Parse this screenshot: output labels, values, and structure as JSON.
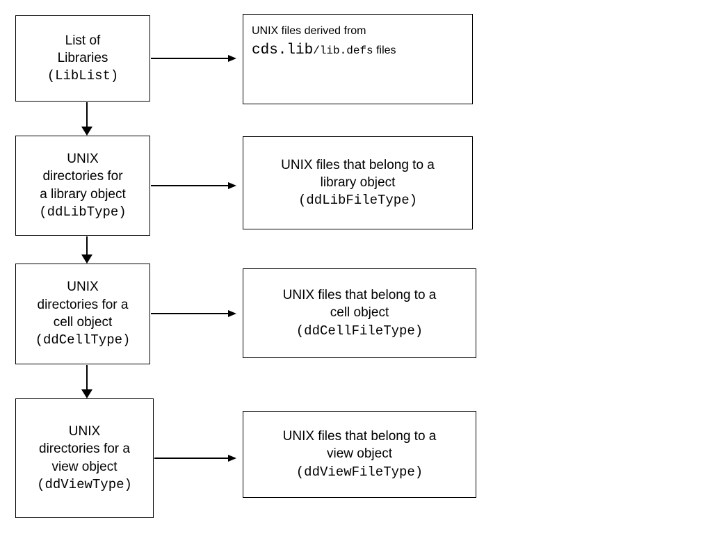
{
  "diagram": {
    "type": "flowchart",
    "title": "",
    "nodes": [
      {
        "id": "liblist",
        "line1": "List of",
        "line2": "Libraries",
        "line3_mono": "(LibList)"
      },
      {
        "id": "ddlibtype",
        "line1": "UNIX",
        "line2": "directories for",
        "line3": "a library object",
        "line4_mono": "(ddLibType)"
      },
      {
        "id": "ddcelltype",
        "line1": "UNIX",
        "line2": "directories for a",
        "line3": "cell object",
        "line4_mono": "(ddCellType)"
      },
      {
        "id": "ddviewtype",
        "line1": "UNIX",
        "line2": "directories for a",
        "line3": "view object",
        "line4_mono": "(ddViewType)"
      },
      {
        "id": "unix-files-note",
        "line1": "UNIX files derived from",
        "mono1": "cds.lib",
        "sep": "/",
        "mono2": "lib.defs",
        "line2_tail": " files"
      },
      {
        "id": "ddlibfiletype",
        "line1": "UNIX files that belong to a",
        "line2": "library object",
        "line3_mono": "(ddLibFileType)"
      },
      {
        "id": "ddcellfiletype",
        "line1": "UNIX files that belong to a",
        "line2": "cell object",
        "line3_mono": "(ddCellFileType)"
      },
      {
        "id": "ddviewfiletype",
        "line1": "UNIX files that belong to a",
        "line2": "view object",
        "line3_mono": "(ddViewFileType)"
      }
    ],
    "edges": [
      {
        "from": "liblist",
        "to": "unix-files-note",
        "direction": "right"
      },
      {
        "from": "liblist",
        "to": "ddlibtype",
        "direction": "down"
      },
      {
        "from": "ddlibtype",
        "to": "ddlibfiletype",
        "direction": "right"
      },
      {
        "from": "ddlibtype",
        "to": "ddcelltype",
        "direction": "down"
      },
      {
        "from": "ddcelltype",
        "to": "ddcellfiletype",
        "direction": "right"
      },
      {
        "from": "ddcelltype",
        "to": "ddviewtype",
        "direction": "down"
      },
      {
        "from": "ddviewtype",
        "to": "ddviewfiletype",
        "direction": "right"
      }
    ],
    "colors": {
      "stroke": "#000000",
      "fill": "#ffffff",
      "text": "#000000"
    }
  }
}
